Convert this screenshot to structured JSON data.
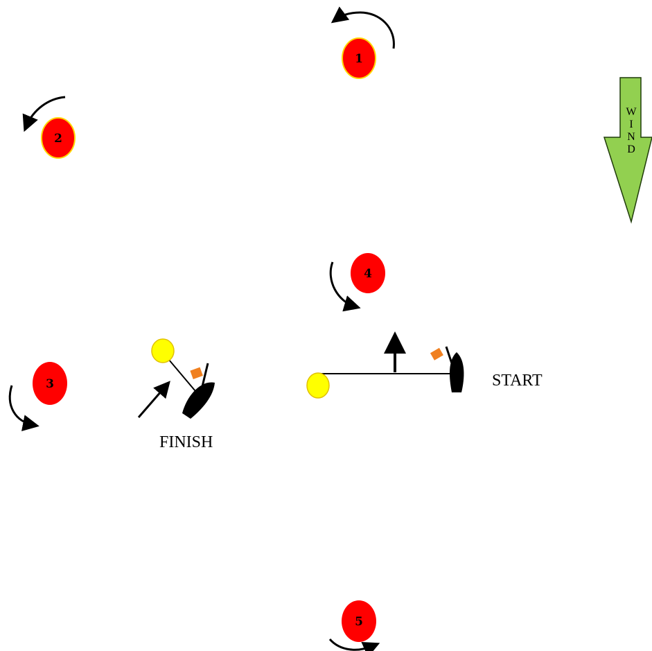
{
  "course": {
    "marks": [
      {
        "id": "1",
        "label": "1"
      },
      {
        "id": "2",
        "label": "2"
      },
      {
        "id": "3",
        "label": "3"
      },
      {
        "id": "4",
        "label": "4"
      },
      {
        "id": "5",
        "label": "5"
      }
    ],
    "start_label": "START",
    "finish_label": "FINISH",
    "wind": {
      "letters": [
        "W",
        "I",
        "N",
        "D"
      ]
    }
  },
  "colors": {
    "mark_fill": "#ff0000",
    "mark_outline": "#ffd700",
    "buoy_fill": "#ffff00",
    "buoy_outline": "#e0c000",
    "boat_fill": "#000000",
    "flag_fill": "#f08020",
    "wind_fill": "#92d050",
    "wind_outline": "#1f3b0a",
    "line_color": "#000000"
  }
}
